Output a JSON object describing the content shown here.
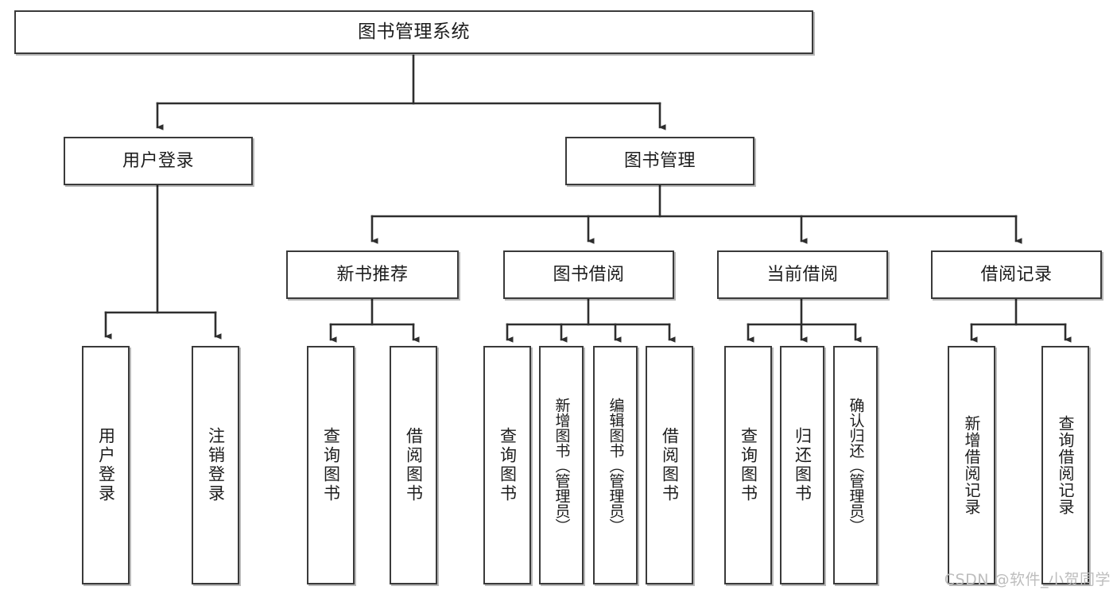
{
  "diagram": {
    "title": "图书管理系统",
    "type": "functional-structure-tree",
    "root": {
      "id": "root",
      "label": "图书管理系统"
    },
    "level2": [
      {
        "id": "user-login",
        "label": "用户登录"
      },
      {
        "id": "book-manage",
        "label": "图书管理"
      }
    ],
    "level3": [
      {
        "id": "new-book-recommend",
        "label": "新书推荐",
        "parent": "book-manage"
      },
      {
        "id": "book-borrow",
        "label": "图书借阅",
        "parent": "book-manage"
      },
      {
        "id": "current-borrow",
        "label": "当前借阅",
        "parent": "book-manage"
      },
      {
        "id": "borrow-record",
        "label": "借阅记录",
        "parent": "book-manage"
      }
    ],
    "leaves": [
      {
        "id": "leaf-user-login",
        "label": "用户登录",
        "parent": "user-login"
      },
      {
        "id": "leaf-user-logout",
        "label": "注销登录",
        "parent": "user-login"
      },
      {
        "id": "leaf-query-book-rec",
        "label": "查询图书",
        "parent": "new-book-recommend"
      },
      {
        "id": "leaf-borrow-book-rec",
        "label": "借阅图书",
        "parent": "new-book-recommend"
      },
      {
        "id": "leaf-query-book-borrow",
        "label": "查询图书",
        "parent": "book-borrow"
      },
      {
        "id": "leaf-add-book-admin",
        "label": "新增图书（管理员）",
        "parent": "book-borrow"
      },
      {
        "id": "leaf-edit-book-admin",
        "label": "编辑图书（管理员）",
        "parent": "book-borrow"
      },
      {
        "id": "leaf-borrow-book",
        "label": "借阅图书",
        "parent": "book-borrow"
      },
      {
        "id": "leaf-query-book-current",
        "label": "查询图书",
        "parent": "current-borrow"
      },
      {
        "id": "leaf-return-book",
        "label": "归还图书",
        "parent": "current-borrow"
      },
      {
        "id": "leaf-confirm-return-admin",
        "label": "确认归还（管理员）",
        "parent": "current-borrow"
      },
      {
        "id": "leaf-add-borrow-record",
        "label": "新增借阅记录",
        "parent": "borrow-record"
      },
      {
        "id": "leaf-query-borrow-record",
        "label": "查询借阅记录",
        "parent": "borrow-record"
      }
    ]
  },
  "watermark": {
    "text": "CSDN @软件_小贺同学"
  },
  "colors": {
    "stroke": "#3a3a3a",
    "box_fill": "#ffffff",
    "text": "#1d1d1d",
    "watermark": "#bdbdbd",
    "page_background": "#ffffff"
  }
}
